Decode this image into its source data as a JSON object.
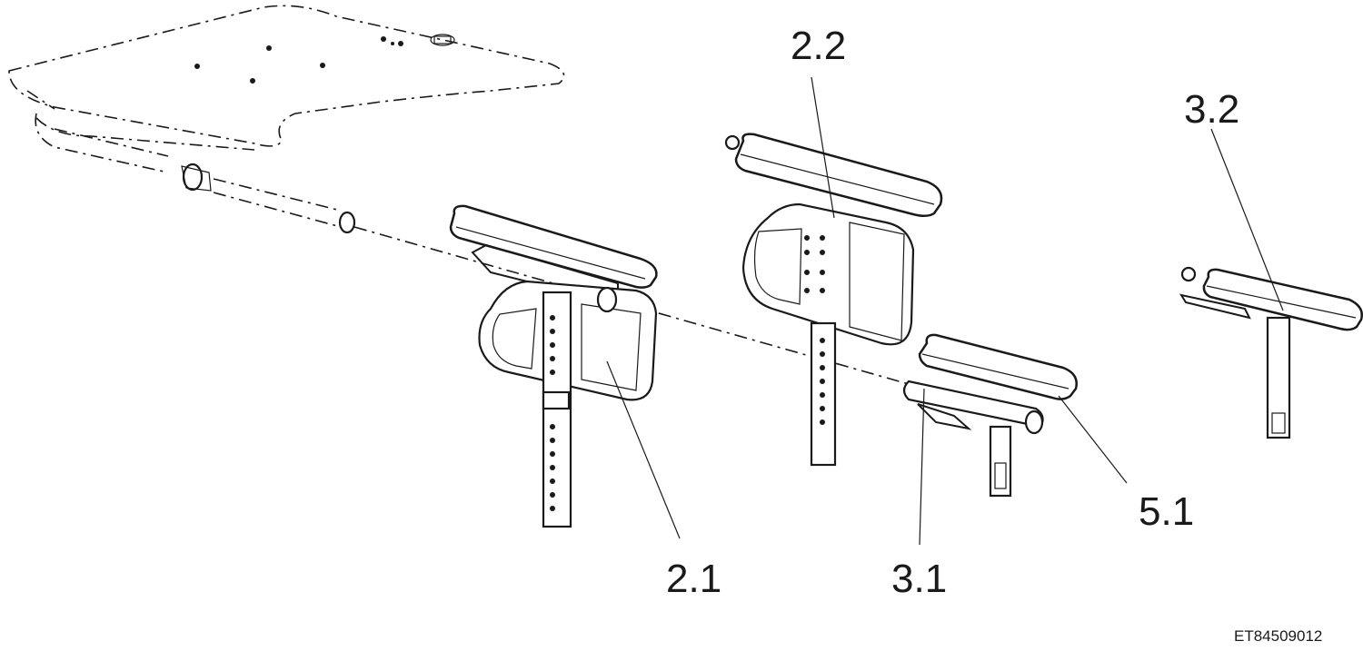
{
  "diagram": {
    "callouts": {
      "c22": "2.2",
      "c32": "3.2",
      "c21": "2.1",
      "c31": "3.1",
      "c51": "5.1"
    },
    "drawing_code": "ET84509012"
  }
}
